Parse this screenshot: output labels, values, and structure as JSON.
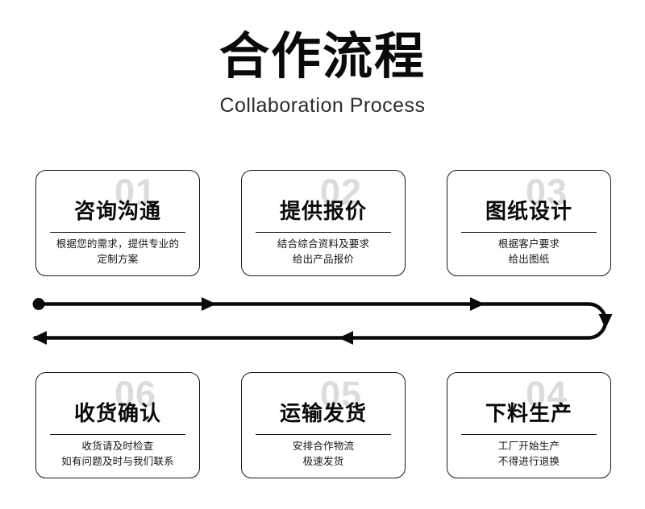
{
  "header": {
    "title": "合作流程",
    "subtitle": "Collaboration Process"
  },
  "colors": {
    "text": "#0a0a0a",
    "number_ghost": "#dcdcdc",
    "border": "#1a1a1a",
    "background": "#ffffff"
  },
  "steps": [
    {
      "number": "01",
      "title": "咨询沟通",
      "desc_line1": "根据您的需求，提供专业的",
      "desc_line2": "定制方案"
    },
    {
      "number": "02",
      "title": "提供报价",
      "desc_line1": "结合综合资料及要求",
      "desc_line2": "给出产品报价"
    },
    {
      "number": "03",
      "title": "图纸设计",
      "desc_line1": "根据客户要求",
      "desc_line2": "给出图纸"
    },
    {
      "number": "06",
      "title": "收货确认",
      "desc_line1": "收货请及时检查",
      "desc_line2": "如有问题及时与我们联系"
    },
    {
      "number": "05",
      "title": "运输发货",
      "desc_line1": "安排合作物流",
      "desc_line2": "极速发货"
    },
    {
      "number": "04",
      "title": "下料生产",
      "desc_line1": "工厂开始生产",
      "desc_line2": "不得进行退换"
    }
  ],
  "connector": {
    "start_dot": "start-dot",
    "top_arrows": 2,
    "bottom_arrows": 2,
    "turn": "u-turn-right"
  }
}
